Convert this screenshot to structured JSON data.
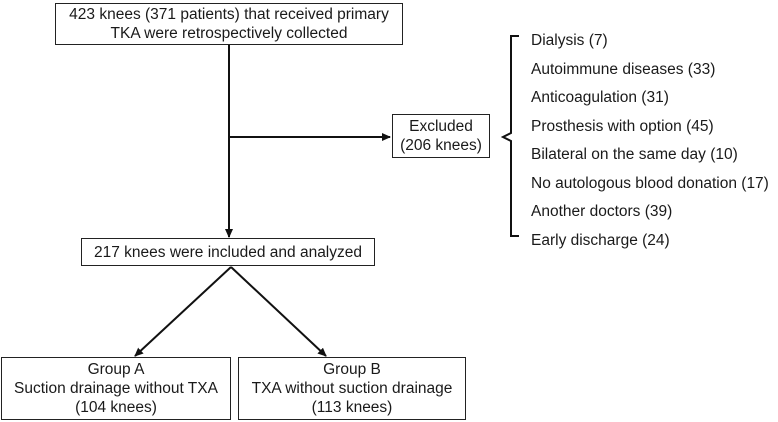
{
  "start_box": {
    "line1": "423 knees (371 patients) that received primary",
    "line2": "TKA were retrospectively collected"
  },
  "excluded_box": {
    "line1": "Excluded",
    "line2": "(206 knees)"
  },
  "exclusion_reasons": [
    "Dialysis (7)",
    "Autoimmune diseases (33)",
    "Anticoagulation (31)",
    "Prosthesis with option (45)",
    "Bilateral on the same day (10)",
    "No autologous blood donation (17)",
    "Another doctors (39)",
    "Early discharge (24)"
  ],
  "included_box": {
    "line1": "217 knees were included and analyzed"
  },
  "group_a": {
    "line1": "Group A",
    "line2": "Suction drainage without TXA",
    "line3": "(104 knees)"
  },
  "group_b": {
    "line1": "Group B",
    "line2": "TXA without suction drainage",
    "line3": "(113 knees)"
  }
}
